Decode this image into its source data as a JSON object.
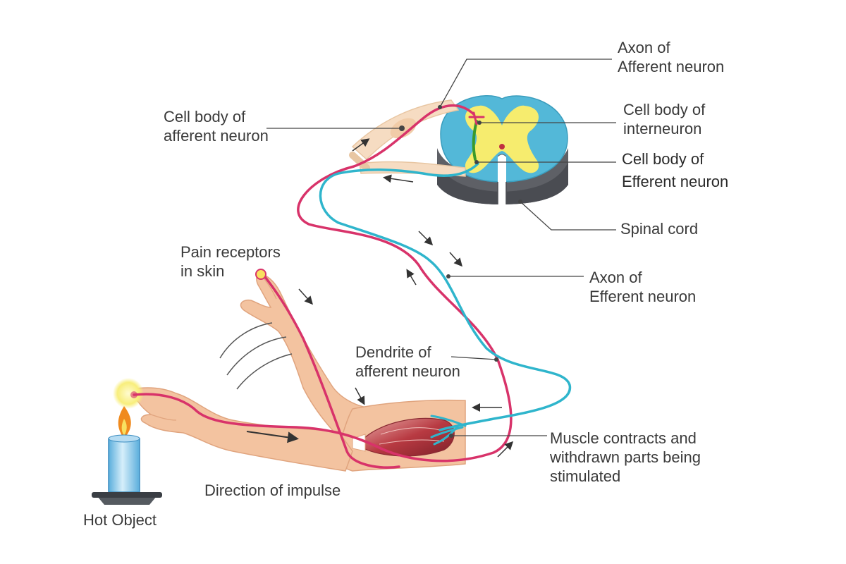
{
  "colors": {
    "afferent": "#d8336a",
    "efferent": "#2fb5cc",
    "interneuron": "#3a9a2a",
    "grey_matter": "#f6ec6e",
    "white_matter": "#53b8d8",
    "cord_side": "#5e6066",
    "skin": "#f3c3a0",
    "muscle": "#b83a42",
    "candle": "#86c6ea",
    "flame": "#f08a1e",
    "glow": "#f8ee7c",
    "leader": "#444444",
    "text": "#3a3a3a"
  },
  "labels": {
    "axon_afferent": [
      "Axon of",
      "Afferent neuron"
    ],
    "cell_body_afferent": [
      "Cell body of",
      "afferent neuron"
    ],
    "cell_body_interneuron": [
      "Cell body of",
      "interneuron"
    ],
    "cell_body_efferent": [
      "Cell body of",
      "Efferent neuron"
    ],
    "spinal_cord": [
      "Spinal cord"
    ],
    "pain_receptors": [
      "Pain receptors",
      "in skin"
    ],
    "axon_efferent": [
      "Axon of",
      "Efferent neuron"
    ],
    "dendrite_afferent": [
      "Dendrite of",
      "afferent neuron"
    ],
    "muscle_contracts": [
      "Muscle contracts and",
      "withdrawn parts being",
      "stimulated"
    ],
    "direction_impulse": [
      "Direction of impulse"
    ],
    "hot_object": [
      "Hot Object"
    ]
  }
}
